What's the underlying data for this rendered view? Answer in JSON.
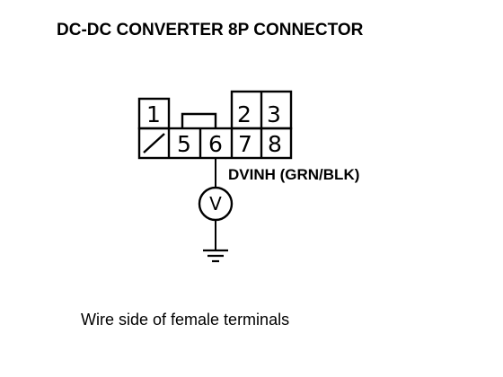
{
  "diagram": {
    "title": "DC-DC CONVERTER 8P CONNECTOR",
    "connector": {
      "top_row": [
        "1",
        "",
        "",
        "",
        "2",
        "3"
      ],
      "bottom_row": [
        "",
        "5",
        "6",
        "7",
        "8"
      ]
    },
    "signal_label": "DVINH (GRN/BLK)",
    "meter_symbol": "V",
    "caption": "Wire side of female terminals"
  },
  "colors": {
    "line": "#000000",
    "background": "#ffffff"
  }
}
